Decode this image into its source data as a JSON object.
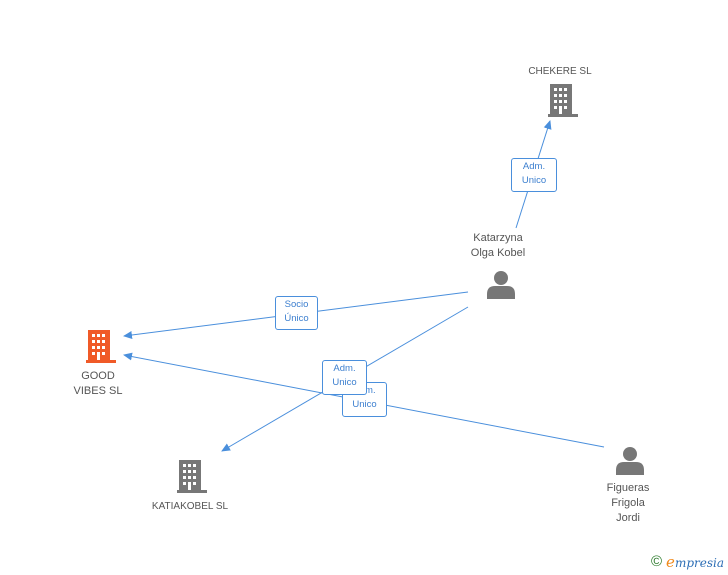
{
  "nodes": {
    "chekere": {
      "label": "CHEKERE SL",
      "type": "company"
    },
    "good_vibes": {
      "label": "GOOD\nVIBES SL",
      "type": "company-highlight"
    },
    "katiakobel": {
      "label": "KATIAKOBEL SL",
      "type": "company"
    },
    "katarzyna": {
      "label": "Katarzyna\nOlga Kobel",
      "type": "person"
    },
    "figueras": {
      "label": "Figueras\nFrigola\nJordi",
      "type": "person"
    }
  },
  "edges": {
    "adm_chekere": "Adm.\nUnico",
    "socio_unico": "Socio\nÚnico",
    "adm_katiakobel": "Adm.\nUnico",
    "adm_goodvibes": "Adm.\nUnico"
  },
  "colors": {
    "edge": "#4a8fdc",
    "company_icon": "#777777",
    "highlight_icon": "#f05a28",
    "person_icon": "#777777"
  },
  "footer": {
    "copyright_symbol": "©",
    "brand_first": "e",
    "brand_rest": "mpresia"
  }
}
